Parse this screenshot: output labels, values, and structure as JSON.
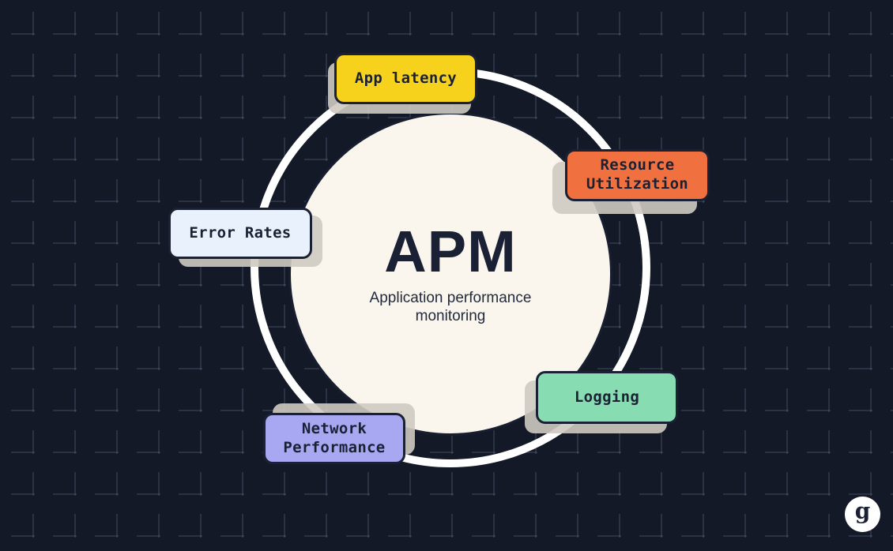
{
  "background": {
    "color": "#131927",
    "grid_dash_color": "rgba(163,177,216,0.16)"
  },
  "center": {
    "title": "APM",
    "subtitle": "Application performance monitoring",
    "circle_color": "#FAF6ED",
    "ring_color": "#FFFFFF",
    "text_color": "#1A2134"
  },
  "nodes": [
    {
      "id": "app-latency",
      "label": "App latency",
      "color": "#F6D21D"
    },
    {
      "id": "resource-utilization",
      "label": "Resource Utilization",
      "color": "#F0713F"
    },
    {
      "id": "error-rates",
      "label": "Error Rates",
      "color": "#E9F1FC"
    },
    {
      "id": "logging",
      "label": "Logging",
      "color": "#87DCB2"
    },
    {
      "id": "network-performance",
      "label": "Network Performance",
      "color": "#A7A7F2"
    }
  ],
  "logo": {
    "letter": "g",
    "circle_color": "#FFFFFF",
    "letter_color": "#1A2134"
  },
  "shadow_color": "rgba(206,202,193,0.9)"
}
